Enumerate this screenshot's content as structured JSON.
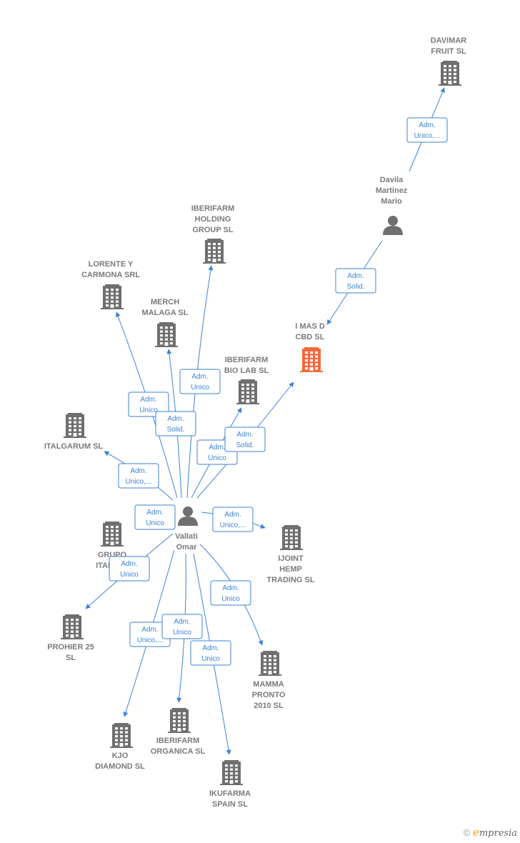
{
  "nodes": [
    {
      "id": "davimar",
      "type": "company",
      "label": [
        "DAVIMAR",
        "FRUIT SL"
      ],
      "highlight": false
    },
    {
      "id": "davila",
      "type": "person",
      "label": [
        "Davila",
        "Martinez",
        "Mario"
      ]
    },
    {
      "id": "imasd",
      "type": "company",
      "label": [
        "I MAS D",
        "CBD SL"
      ],
      "highlight": true
    },
    {
      "id": "iberifarm_holding",
      "type": "company",
      "label": [
        "IBERIFARM",
        "HOLDING",
        "GROUP SL"
      ],
      "highlight": false
    },
    {
      "id": "lorente",
      "type": "company",
      "label": [
        "LORENTE Y",
        "CARMONA SRL"
      ],
      "highlight": false
    },
    {
      "id": "merch",
      "type": "company",
      "label": [
        "MERCH",
        "MALAGA SL"
      ],
      "highlight": false
    },
    {
      "id": "iberifarm_bio",
      "type": "company",
      "label": [
        "IBERIFARM",
        "BIO LAB SL"
      ],
      "highlight": false
    },
    {
      "id": "italgarum",
      "type": "company",
      "label": [
        "ITALGARUM SL"
      ],
      "highlight": false
    },
    {
      "id": "vallati",
      "type": "person",
      "label": [
        "Vallati",
        "Omar"
      ]
    },
    {
      "id": "grupo",
      "type": "company",
      "label": [
        "GRUPO",
        "ITAL- V..."
      ],
      "highlight": false
    },
    {
      "id": "ijoint",
      "type": "company",
      "label": [
        "IJOINT",
        "HEMP",
        "TRADING SL"
      ],
      "highlight": false
    },
    {
      "id": "prohier",
      "type": "company",
      "label": [
        "PROHIER 25",
        "SL"
      ],
      "highlight": false
    },
    {
      "id": "mamma",
      "type": "company",
      "label": [
        "MAMMA",
        "PRONTO",
        "2010 SL"
      ],
      "highlight": false
    },
    {
      "id": "kjo",
      "type": "company",
      "label": [
        "KJO",
        "DIAMOND SL"
      ],
      "highlight": false
    },
    {
      "id": "iberifarm_organica",
      "type": "company",
      "label": [
        "IBERIFARM",
        "ORGANICA SL"
      ],
      "highlight": false
    },
    {
      "id": "ikufarma",
      "type": "company",
      "label": [
        "IKUFARMA",
        "SPAIN SL"
      ],
      "highlight": false
    }
  ],
  "edges": [
    {
      "from": "davila",
      "to": "davimar",
      "label": [
        "Adm.",
        "Unico,..."
      ]
    },
    {
      "from": "davila",
      "to": "imasd",
      "label": [
        "Adm.",
        "Solid."
      ]
    },
    {
      "from": "vallati",
      "to": "iberifarm_holding",
      "label": [
        "Adm.",
        "Unico"
      ]
    },
    {
      "from": "vallati",
      "to": "lorente",
      "label": [
        "Adm.",
        "Unico"
      ]
    },
    {
      "from": "vallati",
      "to": "merch",
      "label": [
        "Adm.",
        "Solid."
      ]
    },
    {
      "from": "vallati",
      "to": "iberifarm_bio",
      "label": [
        "Adm.",
        "Unico"
      ]
    },
    {
      "from": "vallati",
      "to": "imasd",
      "label": [
        "Adm.",
        "Solid."
      ]
    },
    {
      "from": "vallati",
      "to": "italgarum",
      "label": [
        "Adm.",
        "Unico,..."
      ]
    },
    {
      "from": "vallati",
      "to": "grupo",
      "label": [
        "Adm.",
        "Unico"
      ]
    },
    {
      "from": "vallati",
      "to": "ijoint",
      "label": [
        "Adm.",
        "Unico,..."
      ]
    },
    {
      "from": "vallati",
      "to": "prohier",
      "label": [
        "Adm.",
        "Unico"
      ]
    },
    {
      "from": "vallati",
      "to": "mamma",
      "label": [
        "Adm.",
        "Unico"
      ]
    },
    {
      "from": "vallati",
      "to": "kjo",
      "label": [
        "Adm.",
        "Unico,..."
      ]
    },
    {
      "from": "vallati",
      "to": "iberifarm_organica",
      "label": [
        "Adm.",
        "Unico"
      ]
    },
    {
      "from": "vallati",
      "to": "ikufarma",
      "label": [
        "Adm.",
        "Unico"
      ]
    }
  ],
  "colors": {
    "edge": "#3b82d6",
    "building": "#6f6f6f",
    "building_highlight": "#f26a3d",
    "person": "#6f6f6f",
    "label": "#7a7a7a"
  },
  "footer": {
    "copyright": "©",
    "brand_initial": "e",
    "brand_rest": "mpresia"
  }
}
